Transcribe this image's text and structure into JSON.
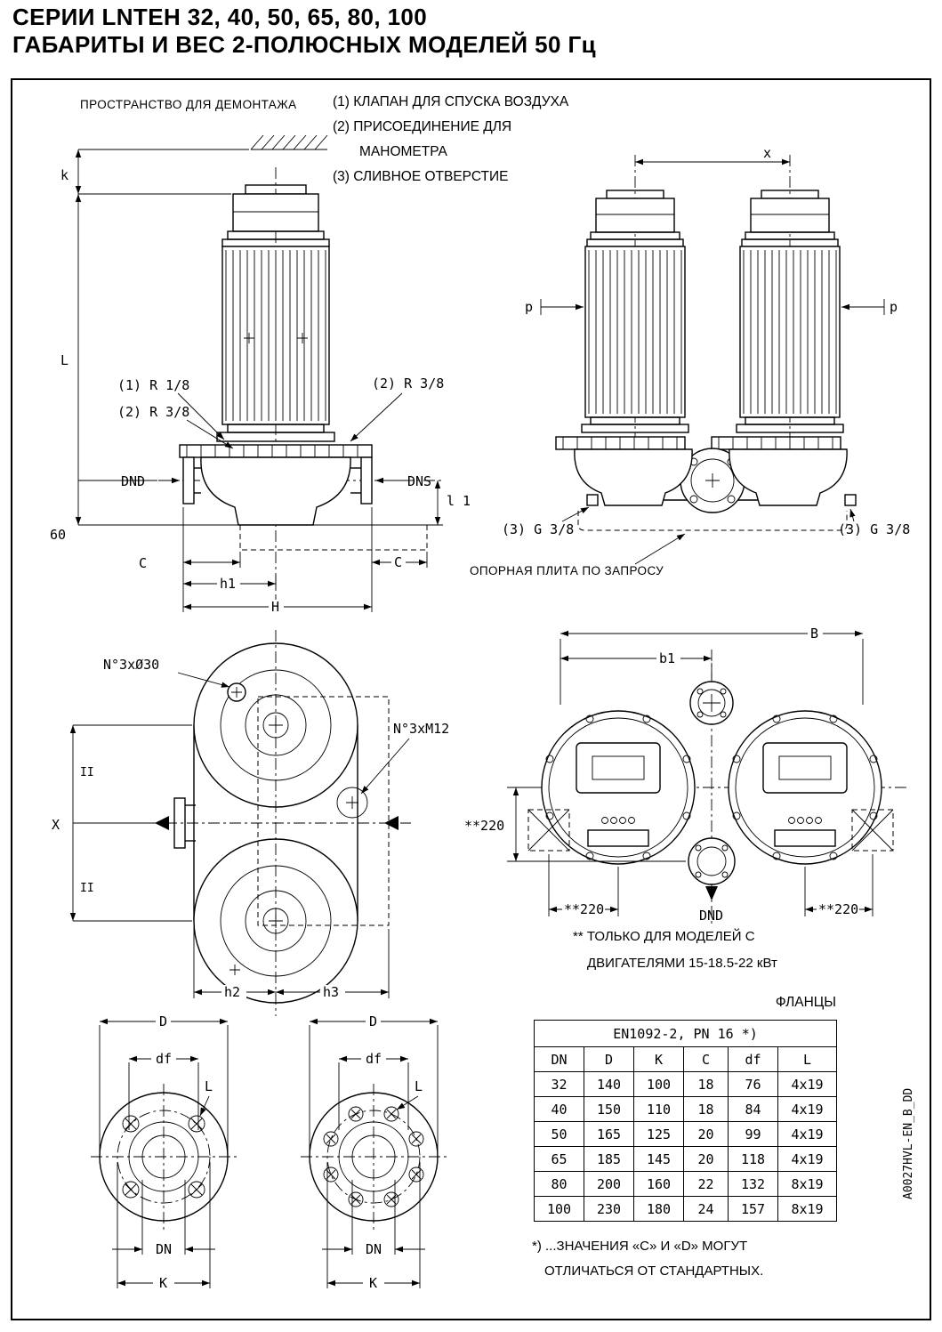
{
  "page": {
    "title_line1": "СЕРИИ LNTEH 32, 40, 50, 65, 80, 100",
    "title_line2": "ГАБАРИТЫ И ВЕС 2-ПОЛЮСНЫХ МОДЕЛЕЙ 50 Гц",
    "doc_code": "A0027HVL-EN_B_DD"
  },
  "notes": {
    "dismantling_space": "ПРОСТРАНСТВО ДЛЯ ДЕМОНТАЖА",
    "n1": "(1) КЛАПАН ДЛЯ СПУСКА ВОЗДУХА",
    "n2a": "(2) ПРИСОЕДИНЕНИЕ ДЛЯ",
    "n2b": "МАНОМЕТРА",
    "n3": "(3) СЛИВНОЕ ОТВЕРСТИЕ",
    "support_plate": "ОПОРНАЯ ПЛИТА ПО ЗАПРОСУ",
    "motors_note_line1": "** ТОЛЬКО ДЛЯ МОДЕЛЕЙ С",
    "motors_note_line2": "ДВИГАТЕЛЯМИ 15-18.5-22 кВт"
  },
  "side_view": {
    "k": "k",
    "L": "L",
    "b60": "60",
    "r18": "(1) R 1/8",
    "r38a": "(2) R 3/8",
    "r38b": "(2) R 3/8",
    "dnd": "DND",
    "dns": "DNS",
    "l1": "l 1",
    "c_left": "C",
    "c_right": "C",
    "h1": "h1",
    "H": "H"
  },
  "twin_side": {
    "x": "x",
    "p_left": "p",
    "p_right": "p",
    "g38_left": "(3) G 3/8",
    "g38_right": "(3) G 3/8"
  },
  "top_view": {
    "holes": "N°3xØ30",
    "bolts": "N°3xM12",
    "X": "X",
    "eq_top": "II",
    "eq_bottom": "II",
    "h2": "h2",
    "h3": "h3"
  },
  "twin_top": {
    "B": "B",
    "b1": "b1",
    "d220_left": "**220",
    "d220_bottom_left": "**220",
    "d220_bottom_right": "**220",
    "dnd": "DND"
  },
  "flange_left": {
    "D": "D",
    "df": "df",
    "L": "L",
    "DN": "DN",
    "K": "K"
  },
  "flange_right": {
    "D": "D",
    "df": "df",
    "L": "L",
    "DN": "DN",
    "K": "K"
  },
  "flange_table": {
    "caption": "ФЛАНЦЫ",
    "header": "EN1092-2, PN 16 *)",
    "columns": [
      "DN",
      "D",
      "K",
      "C",
      "df",
      "L"
    ],
    "rows": [
      [
        "32",
        "140",
        "100",
        "18",
        "76",
        "4x19"
      ],
      [
        "40",
        "150",
        "110",
        "18",
        "84",
        "4x19"
      ],
      [
        "50",
        "165",
        "125",
        "20",
        "99",
        "4x19"
      ],
      [
        "65",
        "185",
        "145",
        "20",
        "118",
        "4x19"
      ],
      [
        "80",
        "200",
        "160",
        "22",
        "132",
        "8x19"
      ],
      [
        "100",
        "230",
        "180",
        "24",
        "157",
        "8x19"
      ]
    ],
    "footnote_line1": "*) ...ЗНАЧЕНИЯ «C» И «D» МОГУТ",
    "footnote_line2": "ОТЛИЧАТЬСЯ ОТ СТАНДАРТНЫХ."
  }
}
